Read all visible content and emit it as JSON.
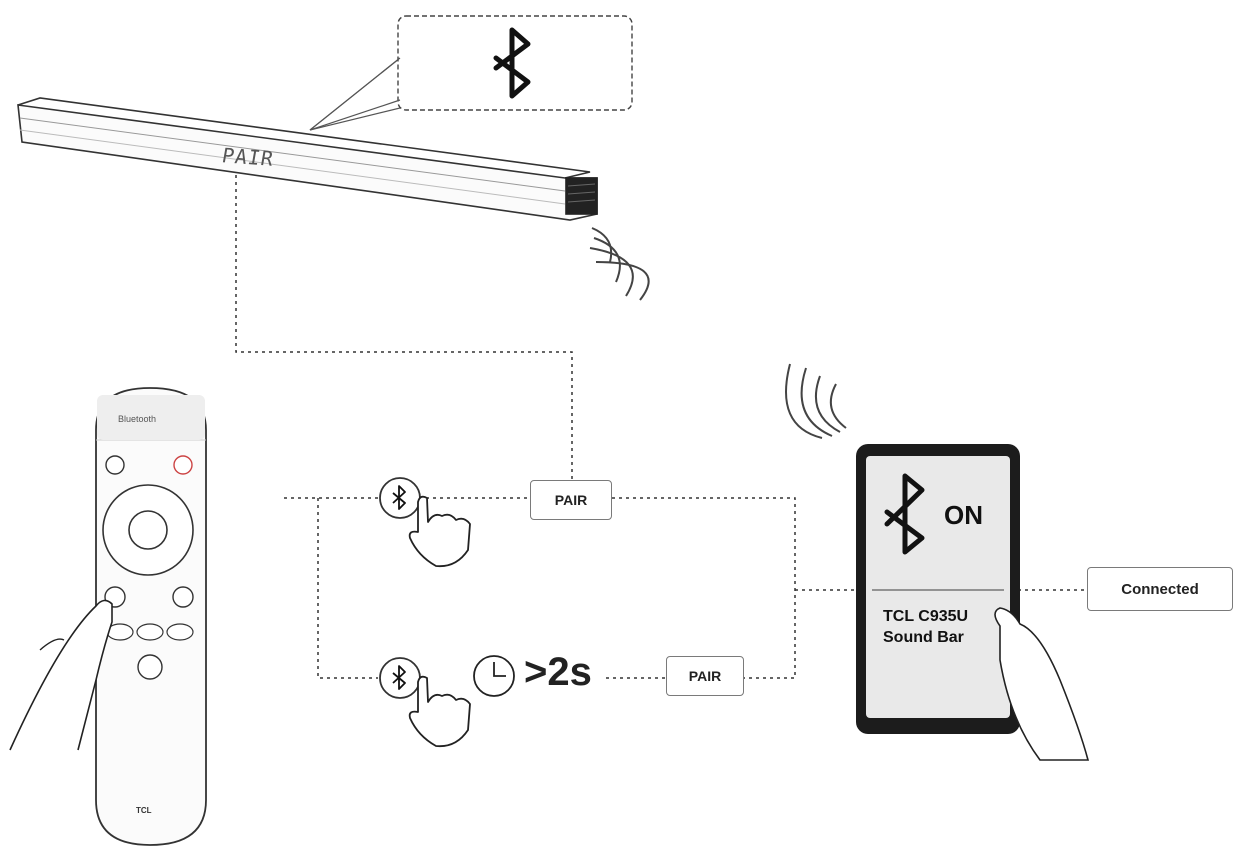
{
  "soundbar": {
    "display_text": "PAIR"
  },
  "remote": {
    "brand_label": "Bluetooth",
    "logo": "TCL"
  },
  "steps": {
    "short_press_result": "PAIR",
    "long_press_duration": ">2s",
    "long_press_result": "PAIR"
  },
  "phone": {
    "bluetooth_status": "ON",
    "device_name_line1": "TCL C935U",
    "device_name_line2": "Sound Bar"
  },
  "result": {
    "status": "Connected"
  },
  "icons": [
    "bluetooth-icon",
    "hand-press-icon",
    "clock-icon",
    "sound-wave-icon"
  ],
  "colors": {
    "line": "#1a1a1a",
    "screen": "#e9e9e9",
    "phone_body": "#1c1c1c"
  }
}
